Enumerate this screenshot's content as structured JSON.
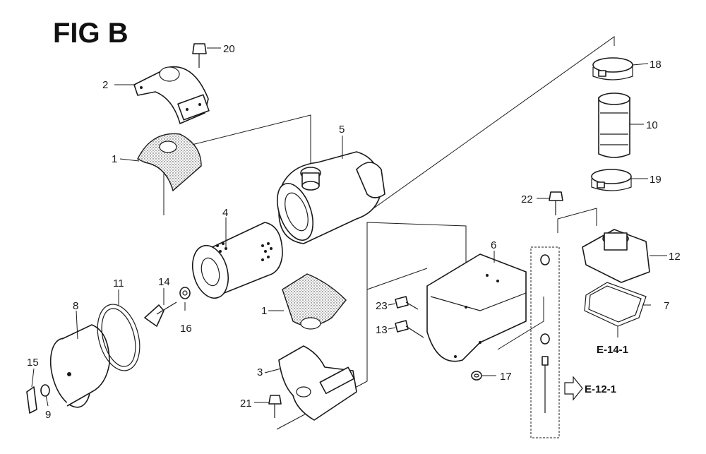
{
  "figure": {
    "title": "FIG B"
  },
  "callouts": {
    "c1a": "1",
    "c1b": "1",
    "c2": "2",
    "c3": "3",
    "c4": "4",
    "c5": "5",
    "c6": "6",
    "c7": "7",
    "c8": "8",
    "c9": "9",
    "c10": "10",
    "c11": "11",
    "c12": "12",
    "c13": "13",
    "c14": "14",
    "c15": "15",
    "c16": "16",
    "c17": "17",
    "c18": "18",
    "c19": "19",
    "c20": "20",
    "c21": "21",
    "c22": "22",
    "c23": "23"
  },
  "references": {
    "e14": "E-14-1",
    "e12": "E-12-1"
  }
}
